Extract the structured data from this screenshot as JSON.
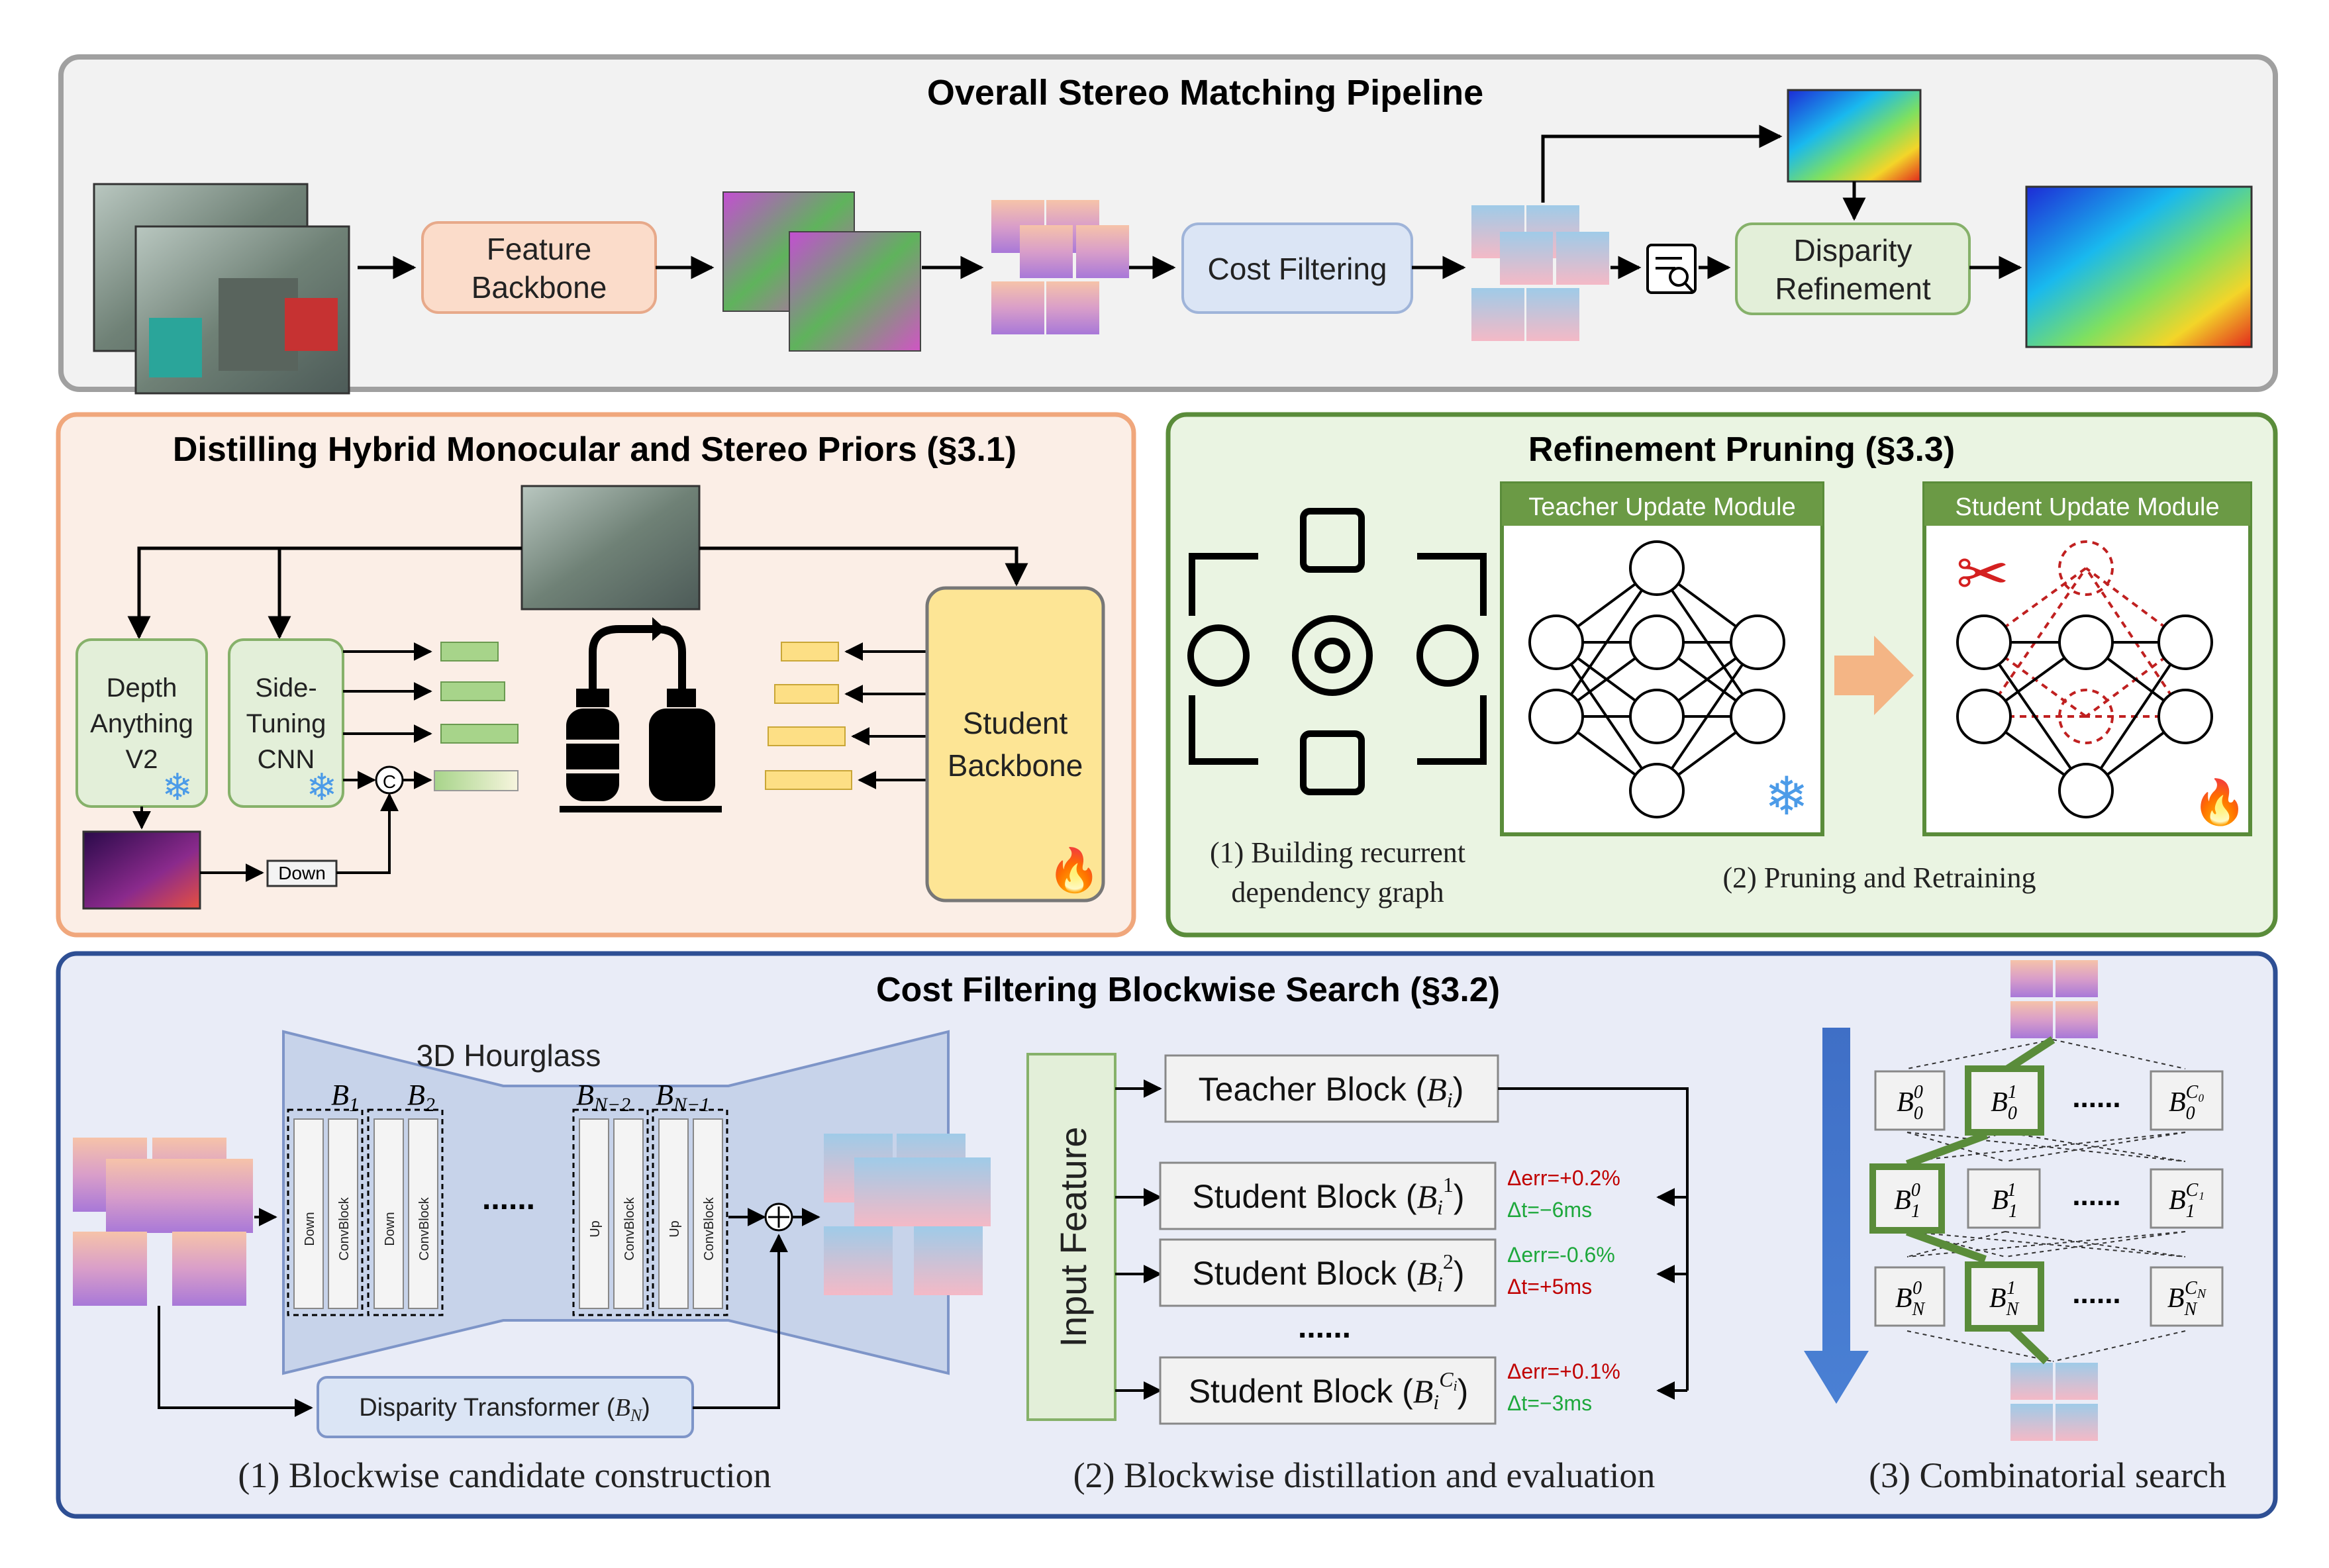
{
  "pipeline": {
    "title": "Overall Stereo Matching Pipeline",
    "feature_backbone": [
      "Feature",
      "Backbone"
    ],
    "cost_filtering": "Cost Filtering",
    "disparity_refinement": [
      "Disparity",
      "Refinement"
    ]
  },
  "distill": {
    "title": "Distilling Hybrid Monocular and Stereo Priors (§3.1)",
    "depth_anything": [
      "Depth",
      "Anything",
      "V2"
    ],
    "side_tuning": [
      "Side-",
      "Tuning",
      "CNN"
    ],
    "student_backbone": [
      "Student",
      "Backbone"
    ],
    "down": "Down",
    "concat": "C"
  },
  "refine": {
    "title": "Refinement Pruning (§3.3)",
    "teacher_header": "Teacher Update Module",
    "student_header": "Student Update Module",
    "caption1": [
      "(1) Building recurrent",
      "dependency graph"
    ],
    "caption2": "(2) Pruning and Retraining"
  },
  "search": {
    "title": "Cost Filtering Blockwise Search (§3.2)",
    "hourglass": "3D Hourglass",
    "down": "Down",
    "up": "Up",
    "convblock": "ConvBlock",
    "dots": "......",
    "disparity_transformer": "Disparity Transformer (",
    "input_feature": "Input Feature",
    "teacher_block": "Teacher Block (",
    "student_block": "Student Block (",
    "student_dots": "......",
    "combo_dots": "......",
    "deltas": [
      {
        "err": "Δerr=+0.2%",
        "t": "Δt=−6ms"
      },
      {
        "err": "Δerr=-0.6%",
        "t": "Δt=+5ms"
      },
      {
        "err": "Δerr=+0.1%",
        "t": "Δt=−3ms"
      }
    ],
    "caption1": "(1) Blockwise candidate construction",
    "caption2": "(2) Blockwise distillation and evaluation",
    "caption3": "(3) Combinatorial search"
  }
}
